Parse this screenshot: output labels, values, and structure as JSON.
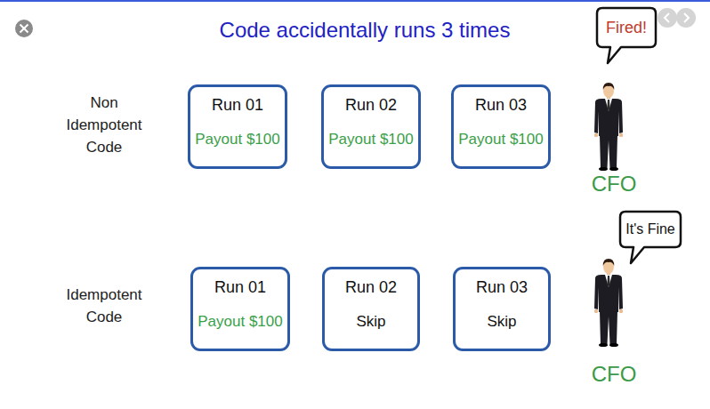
{
  "diagram": {
    "title": "Code accidentally runs 3 times",
    "nodes": [
      {
        "text": [
          "Run 01",
          "Payout $100"
        ]
      },
      {
        "text": [
          "Run 02",
          "Payout $100"
        ]
      },
      {
        "text": [
          "Run 03",
          "Payout $100"
        ]
      },
      {
        "text": [
          "Fired!"
        ]
      },
      {
        "text": [
          "Run 01",
          "Payout $100"
        ]
      },
      {
        "text": [
          "Run 02",
          "Skip"
        ]
      },
      {
        "text": [
          "Run 03",
          "Skip"
        ]
      },
      {
        "text": [
          "It's Fine"
        ]
      }
    ],
    "labels": [
      "Non Idempotent Code",
      "Idempotent Code",
      "CFO",
      "CFO"
    ]
  }
}
